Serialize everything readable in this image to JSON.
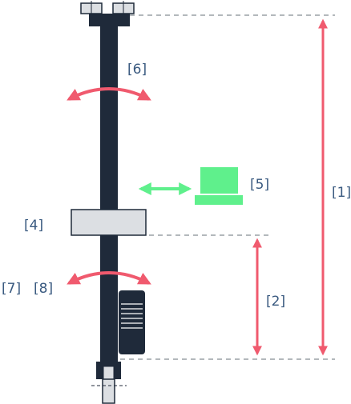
{
  "labels": {
    "l1": "[1]",
    "l2": "[2]",
    "l4": "[4]",
    "l5": "[5]",
    "l6": "[6]",
    "l7": "[7]",
    "l8": "[8]"
  },
  "colors": {
    "shaft": "#1f2a3a",
    "dim_arrow": "#f05a6e",
    "rotation_arrow": "#f05a6e",
    "sensor": "#5ff08c",
    "linear_arrow": "#5ff08c",
    "collar": "#dcdfe3",
    "dashed_line": "#9aa0a6",
    "label_text": "#3a5a80"
  },
  "icons": {
    "rotation_upper": "curved-double-arrow-icon",
    "rotation_lower": "curved-double-arrow-icon",
    "linear": "horizontal-double-arrow-icon",
    "motor": "motor-icon"
  }
}
